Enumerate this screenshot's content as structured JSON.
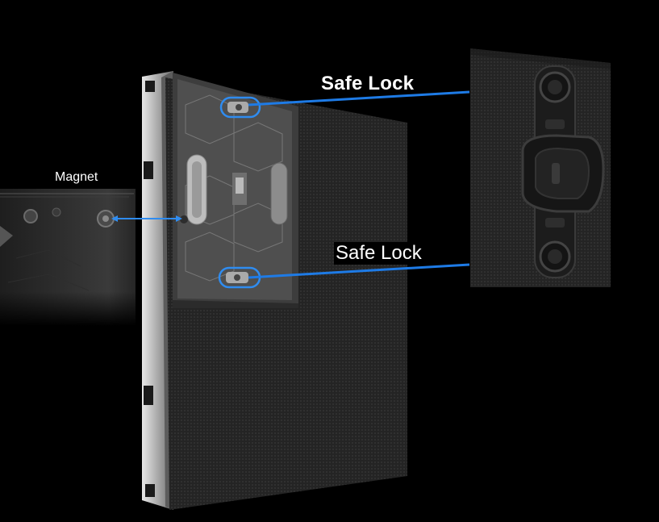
{
  "labels": {
    "safe_lock_top": "Safe Lock",
    "safe_lock_bottom": "Safe Lock",
    "magnet": "Magnet"
  },
  "colors": {
    "background": "#000000",
    "callout_line": "#1e7be6",
    "callout_ring": "#2f8cf0",
    "panel_face": "#262626",
    "cabinet_frame": "#cfcfcf"
  },
  "icons": {
    "pointer_arrow": "double-arrow-icon"
  }
}
